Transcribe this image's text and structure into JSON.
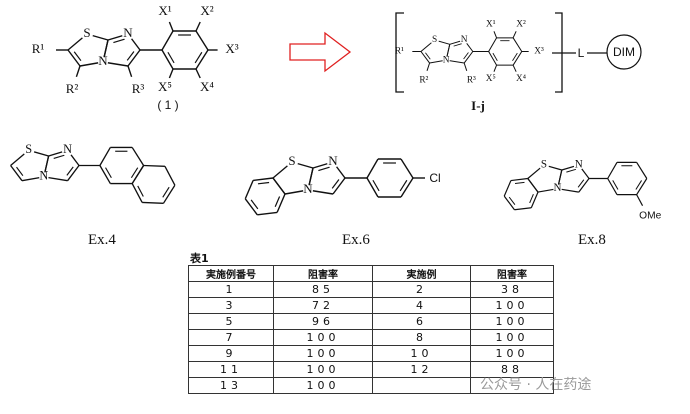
{
  "structure_1": {
    "atoms": {
      "S": "S",
      "N_top": "N",
      "N_bridge": "N"
    },
    "substituents": {
      "R1": "R¹",
      "R2": "R²",
      "R3": "R³",
      "X1": "X¹",
      "X2": "X²",
      "X3": "X³",
      "X4": "X⁴",
      "X5": "X⁵"
    },
    "label": "( 1 )"
  },
  "reaction_arrow": {
    "color": "#e02020"
  },
  "structure_Ij": {
    "atoms": {
      "S": "S",
      "N_top": "N",
      "N_bridge": "N"
    },
    "substituents": {
      "R1": "R¹",
      "R2": "R²",
      "R3": "R³",
      "X1": "X¹",
      "X2": "X²",
      "X3": "X³",
      "X4": "X⁴",
      "X5": "X⁵"
    },
    "linker": "L",
    "dim": "DIM",
    "label": "I-j"
  },
  "examples": [
    {
      "label": "Ex.4",
      "atoms": {
        "S": "S",
        "N_top": "N",
        "N_bridge": "N"
      }
    },
    {
      "label": "Ex.6",
      "atoms": {
        "S": "S",
        "N_top": "N",
        "N_bridge": "N"
      },
      "substituent": "Cl"
    },
    {
      "label": "Ex.8",
      "atoms": {
        "S": "S",
        "N_top": "N",
        "N_bridge": "N"
      },
      "substituent": "OMe"
    }
  ],
  "table": {
    "caption": "表1",
    "headers": [
      "実施例番号",
      "阻害率",
      "実施例",
      "阻害率"
    ],
    "rows": [
      [
        "1",
        "85",
        "2",
        "38"
      ],
      [
        "3",
        "72",
        "4",
        "100"
      ],
      [
        "5",
        "96",
        "6",
        "100"
      ],
      [
        "7",
        "100",
        "8",
        "100"
      ],
      [
        "9",
        "100",
        "10",
        "100"
      ],
      [
        "11",
        "100",
        "12",
        "88"
      ],
      [
        "13",
        "100",
        "",
        ""
      ]
    ]
  },
  "watermark": "公众号 · 人在药途"
}
